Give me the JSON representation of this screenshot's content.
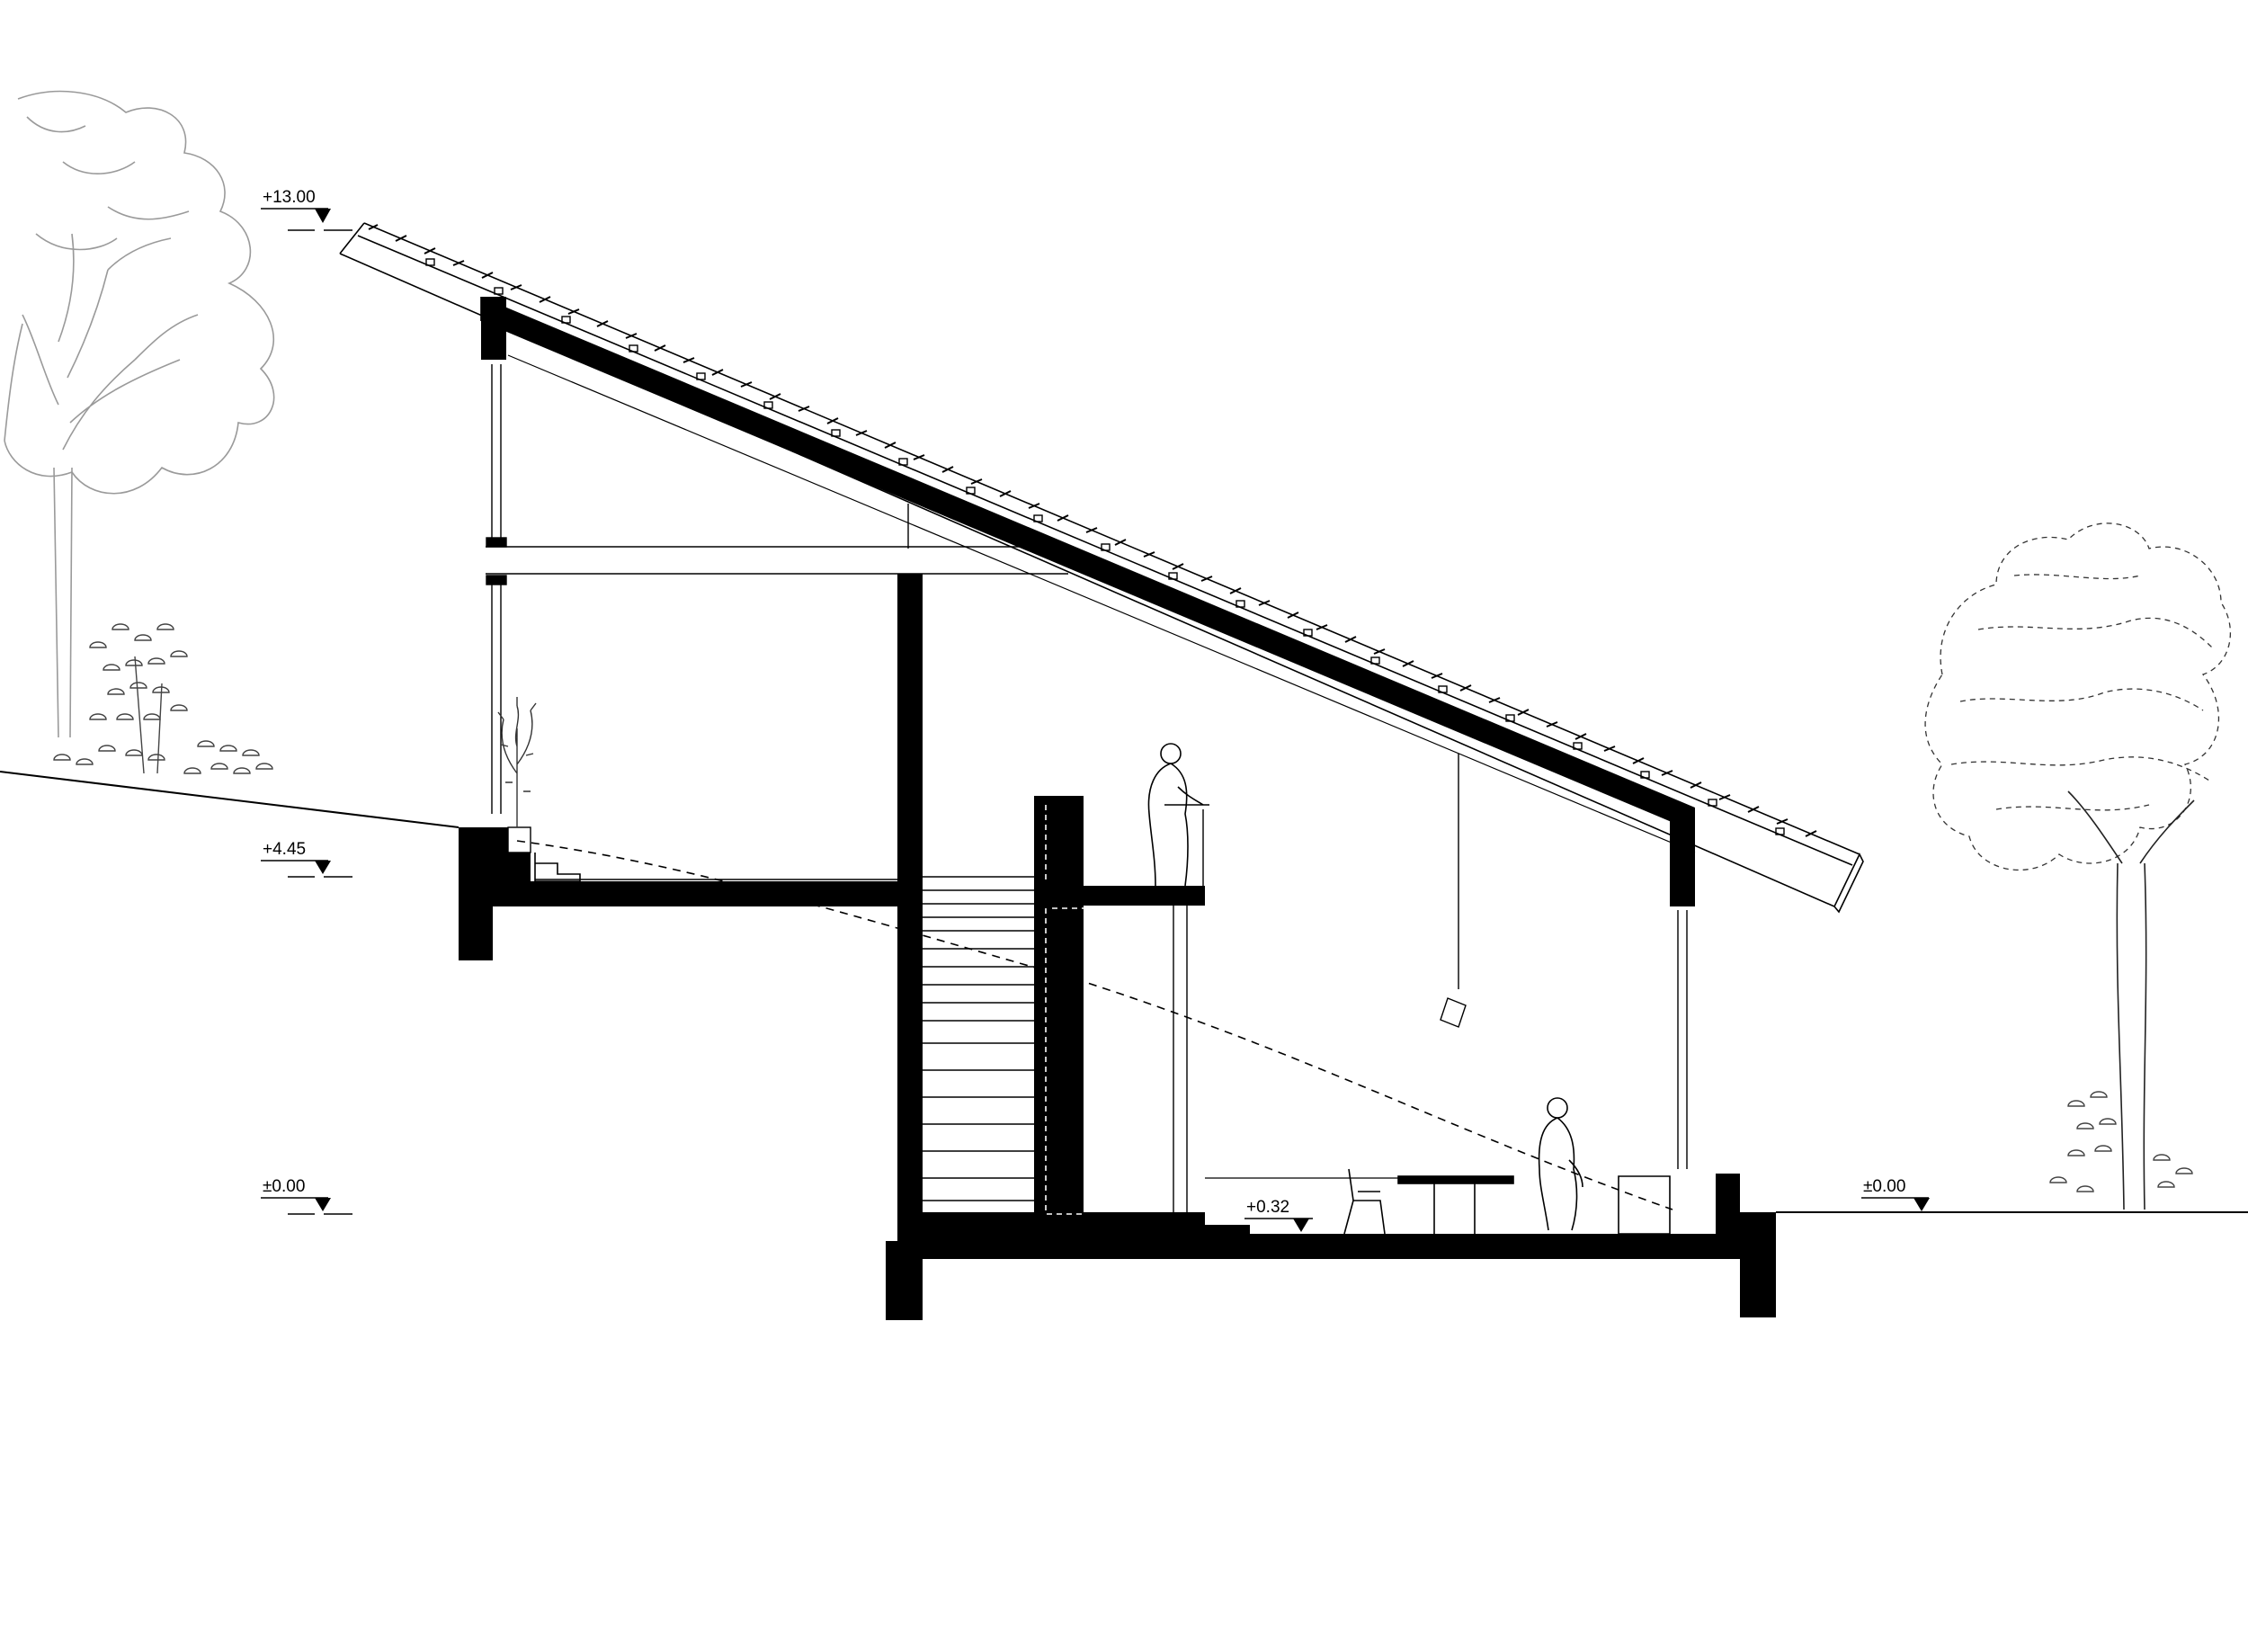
{
  "drawing": {
    "levels": [
      {
        "id": "roof-top",
        "label": "+13.00"
      },
      {
        "id": "upper-terrace",
        "label": "+4.45"
      },
      {
        "id": "ground-left",
        "label": "±0.00"
      },
      {
        "id": "ground-right",
        "label": "±0.00"
      },
      {
        "id": "dining-floor",
        "label": "+0.32"
      }
    ],
    "colors": {
      "line": "#000000",
      "vegetation": "#9a9a9a",
      "solid": "#000000",
      "background": "#ffffff"
    }
  }
}
